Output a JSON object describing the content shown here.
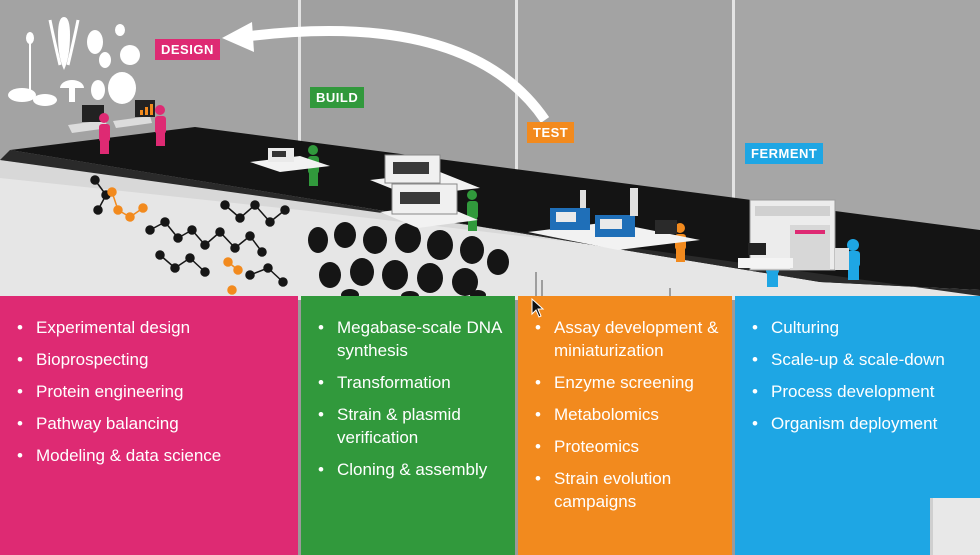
{
  "stages": {
    "design": {
      "label": "DESIGN",
      "color": "#de2a73",
      "items": [
        "Experimental design",
        "Bioprospecting",
        "Protein engineering",
        "Pathway balancing",
        "Modeling & data science"
      ]
    },
    "build": {
      "label": "BUILD",
      "color": "#31993c",
      "items": [
        "Megabase-scale DNA synthesis",
        "Transformation",
        "Strain & plasmid verification",
        "Cloning & assembly"
      ]
    },
    "test": {
      "label": "TEST",
      "color": "#f28a1e",
      "items": [
        "Assay development & miniaturization",
        "Enzyme screening",
        "Metabolomics",
        "Proteomics",
        "Strain evolution campaigns"
      ]
    },
    "ferment": {
      "label": "FERMENT",
      "color": "#1ea6e4",
      "items": [
        "Culturing",
        "Scale-up & scale-down",
        "Process development",
        "Organism deployment"
      ]
    }
  },
  "icons": [
    "plant-icons",
    "laptop-icon",
    "bar-chart-icon",
    "person-icon",
    "lab-instrument-icon",
    "fermenter-icon",
    "arrow-icon",
    "cursor-icon"
  ]
}
